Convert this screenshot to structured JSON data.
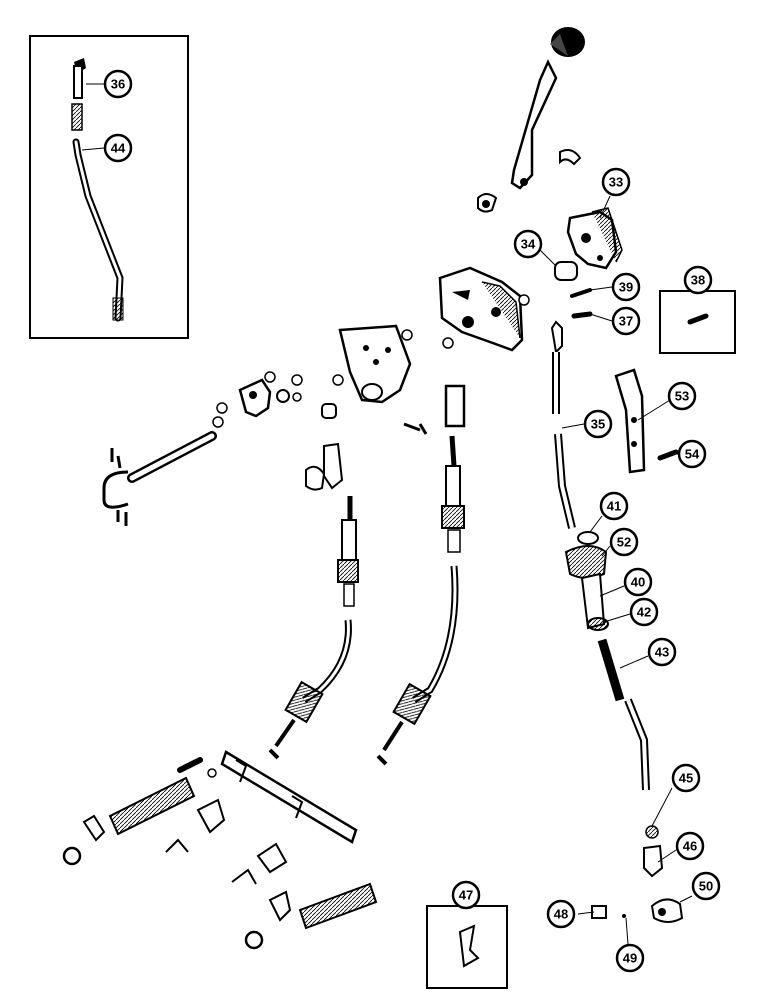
{
  "diagram": {
    "callouts": [
      {
        "id": "c36",
        "label": "36"
      },
      {
        "id": "c44",
        "label": "44"
      },
      {
        "id": "c33",
        "label": "33"
      },
      {
        "id": "c34",
        "label": "34"
      },
      {
        "id": "c38",
        "label": "38"
      },
      {
        "id": "c39",
        "label": "39"
      },
      {
        "id": "c37",
        "label": "37"
      },
      {
        "id": "c35",
        "label": "35"
      },
      {
        "id": "c53",
        "label": "53"
      },
      {
        "id": "c54",
        "label": "54"
      },
      {
        "id": "c41",
        "label": "41"
      },
      {
        "id": "c52",
        "label": "52"
      },
      {
        "id": "c40",
        "label": "40"
      },
      {
        "id": "c42",
        "label": "42"
      },
      {
        "id": "c43",
        "label": "43"
      },
      {
        "id": "c45",
        "label": "45"
      },
      {
        "id": "c46",
        "label": "46"
      },
      {
        "id": "c47",
        "label": "47"
      },
      {
        "id": "c48",
        "label": "48"
      },
      {
        "id": "c49",
        "label": "49"
      },
      {
        "id": "c50",
        "label": "50"
      }
    ]
  }
}
